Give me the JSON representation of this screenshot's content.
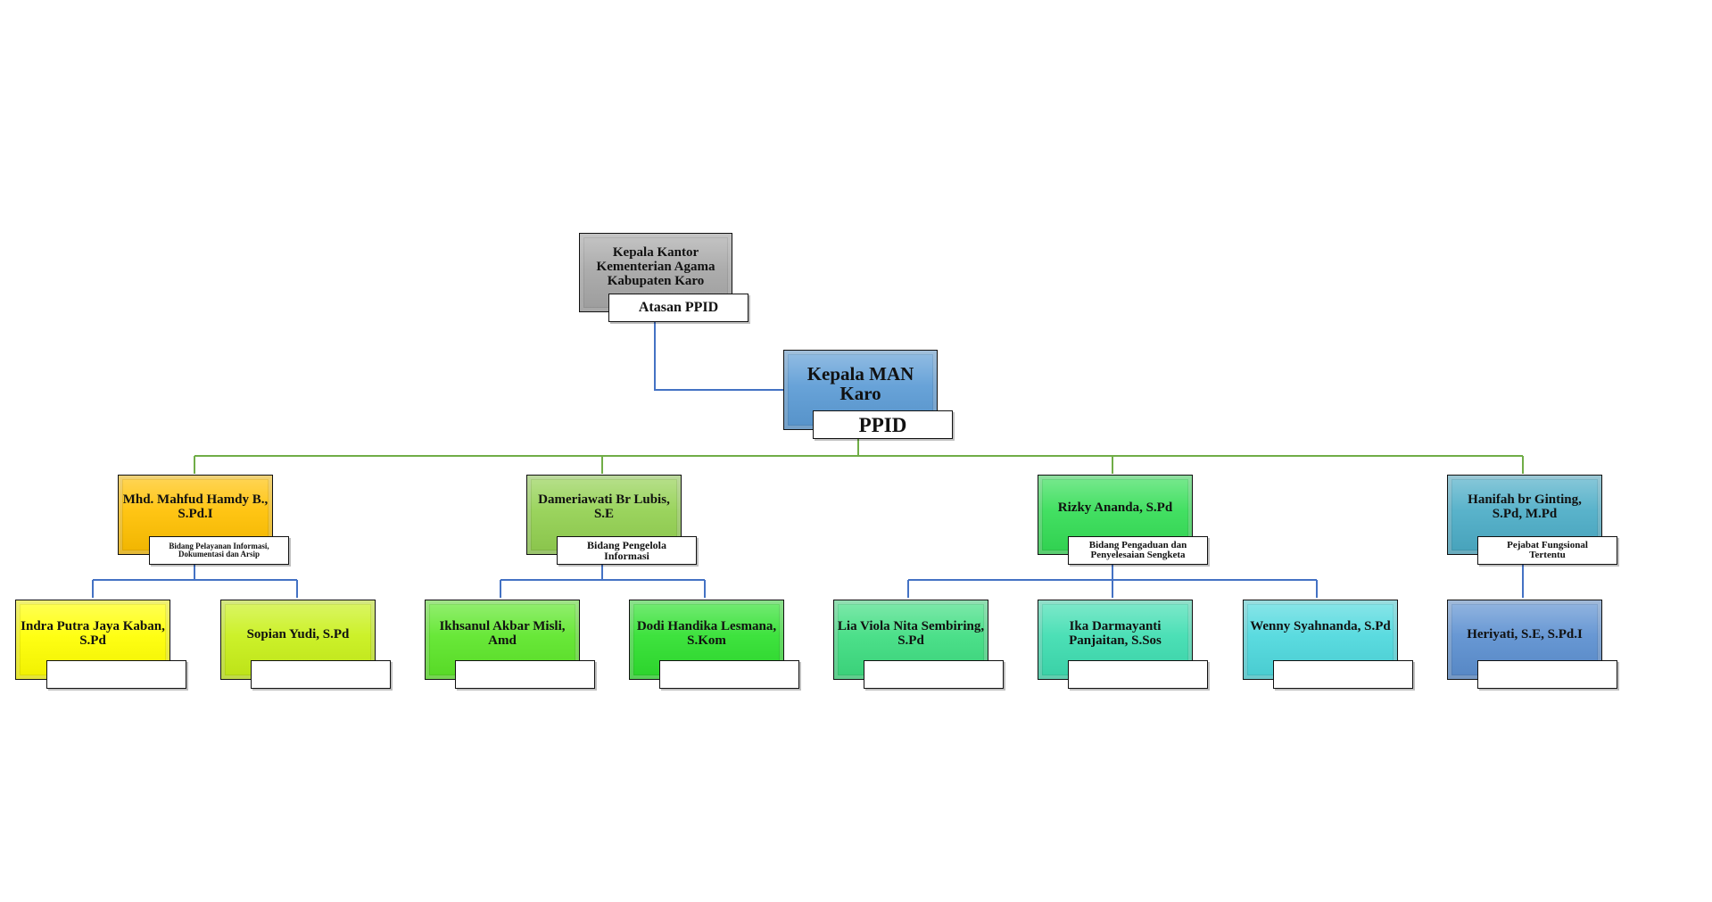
{
  "diagram": {
    "line_colors": {
      "blue": "#4472c4",
      "green": "#70ad47"
    },
    "nodes": [
      {
        "id": "atasan",
        "name": "Kepala Kantor Kementerian Agama Kabupaten  Karo",
        "role": "Atasan PPID",
        "color": "#a6a6a6"
      },
      {
        "id": "kepala",
        "name": "Kepala MAN Karo",
        "role": "PPID",
        "color": "#5b9bd5"
      },
      {
        "id": "mahfud",
        "name": "Mhd. Mahfud Hamdy B., S.Pd.I",
        "role": "Bidang Pelayanan  Informasi, Dokumentasi  dan Arsip",
        "color": "#ffc000"
      },
      {
        "id": "dameriawati",
        "name": "Dameriawati Br Lubis, S.E",
        "role": "Bidang Pengelola Informasi",
        "color": "#92d050"
      },
      {
        "id": "rizky",
        "name": "Rizky  Ananda,  S.Pd",
        "role": "Bidang Pengaduan dan Penyelesaian Sengketa",
        "color": "#33dd55"
      },
      {
        "id": "hanifah",
        "name": "Hanifah br Ginting, S.Pd, M.Pd",
        "role": "Pejabat Fungsional Tertentu",
        "color": "#4bacc6"
      },
      {
        "id": "indra",
        "name": "Indra Putra Jaya Kaban,  S.Pd",
        "role": "",
        "color": "#ffff00"
      },
      {
        "id": "sopian",
        "name": "Sopian Yudi, S.Pd",
        "role": "",
        "color": "#c8f018"
      },
      {
        "id": "ikhsanul",
        "name": "Ikhsanul Akbar  Misli, Amd",
        "role": "",
        "color": "#5ce628"
      },
      {
        "id": "dodi",
        "name": "Dodi Handika Lesmana, S.Kom",
        "role": "",
        "color": "#2ee02e"
      },
      {
        "id": "lia",
        "name": "Lia Viola Nita Sembiring, S.Pd",
        "role": "",
        "color": "#3ddd80"
      },
      {
        "id": "ika",
        "name": "Ika Darmayanti Panjaitan, S.Sos",
        "role": "",
        "color": "#3dddb0"
      },
      {
        "id": "wenny",
        "name": "Wenny Syahnanda, S.Pd",
        "role": "",
        "color": "#4dd8dd"
      },
      {
        "id": "heriyati",
        "name": "Heriyati, S.E, S.Pd.I",
        "role": "",
        "color": "#5b8fd0"
      }
    ]
  }
}
